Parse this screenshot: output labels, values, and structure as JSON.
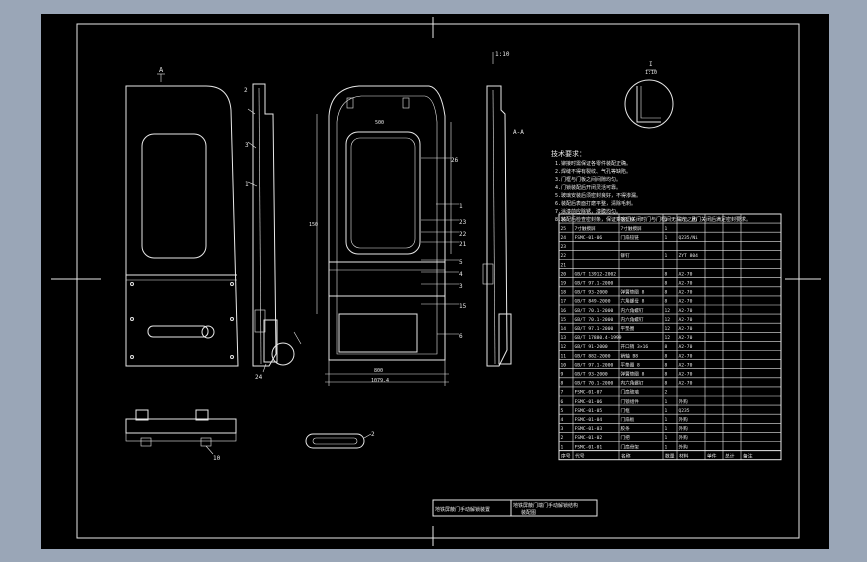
{
  "drawing": {
    "scale_top": "1:10",
    "scale_detail": "1:10",
    "detail_label": "I",
    "section_label_a": "A",
    "section_label_aa": "A-A",
    "tech_title": "技术要求：",
    "tech_lines": [
      "1.铆接时需保证各零件装配正确。",
      "2.焊缝不得有裂纹、气孔等缺陷。",
      "3.门框与门板之间间隙均匀。",
      "4.门锁装配后开闭灵活可靠。",
      "5.玻璃安装后须密封良好，不得渗漏。",
      "6.装配后表面打磨平整，清除毛刺。",
      "7.涂漆前应除锈，漆膜均匀。",
      "8.装配后检查密封条，保证乘客门关闭时门与门框间无漏光，且门关闭后满足密封要求。"
    ],
    "dims": [
      "800",
      "1079.4",
      "150",
      "500"
    ]
  },
  "bom": {
    "headers": [
      "序号",
      "代号",
      "名称",
      "数量",
      "材料",
      "单件",
      "总计",
      "备注"
    ],
    "rows": [
      [
        "26",
        "",
        "铝型材",
        "1",
        "三元乙丙"
      ],
      [
        "25",
        "7寸触摸屏",
        "7寸触摸屏",
        "1",
        ""
      ],
      [
        "24",
        "FSMC-01-06",
        "门扇铰链",
        "1",
        "Q235/Ni"
      ],
      [
        "23",
        "",
        "",
        "",
        ""
      ],
      [
        "22",
        "",
        "铆钉",
        "1",
        "ZYT 804"
      ],
      [
        "21",
        "",
        "",
        "",
        ""
      ],
      [
        "20",
        "GB/T 13912-2002",
        "",
        "8",
        "A2-70"
      ],
      [
        "19",
        "GB/T 97.1-2000",
        "",
        "8",
        "A2-70"
      ],
      [
        "18",
        "GB/T 93-2000",
        "弹簧垫圈 8",
        "8",
        "A2-70"
      ],
      [
        "17",
        "GB/T 849-2000",
        "六角螺母 8",
        "8",
        "A2-70"
      ],
      [
        "16",
        "GB/T 70.1-2000",
        "内六角螺钉",
        "12",
        "A2-70"
      ],
      [
        "15",
        "GB/T 70.1-2000",
        "内六角螺钉",
        "12",
        "A2-70"
      ],
      [
        "14",
        "GB/T 97.1-2000",
        "平垫圈",
        "12",
        "A2-70"
      ],
      [
        "13",
        "GB/T 17880.4-1999",
        "",
        "12",
        "A2-70"
      ],
      [
        "12",
        "GB/T 91-2000",
        "开口销 3×16",
        "8",
        "A2-70"
      ],
      [
        "11",
        "GB/T 882-2000",
        "销轴 B8",
        "8",
        "A2-70"
      ],
      [
        "10",
        "GB/T 97.1-2000",
        "平垫圈 8",
        "8",
        "A2-70"
      ],
      [
        "9",
        "GB/T 93-2000",
        "弹簧垫圈 8",
        "8",
        "A2-70"
      ],
      [
        "8",
        "GB/T 70.1-2000",
        "内六角螺钉",
        "8",
        "A2-70"
      ],
      [
        "7",
        "FSMC-01-07",
        "门扇玻璃",
        "2",
        ""
      ],
      [
        "6",
        "FSMC-01-06",
        "门锁组件",
        "1",
        "外购"
      ],
      [
        "5",
        "FSMC-01-05",
        "门框",
        "1",
        "Q235"
      ],
      [
        "4",
        "FSMC-01-04",
        "门扇板",
        "1",
        "外购"
      ],
      [
        "3",
        "FSMC-01-03",
        "胶条",
        "1",
        "外购"
      ],
      [
        "2",
        "FSMC-01-02",
        "门把",
        "1",
        "外购"
      ],
      [
        "1",
        "FSMC-01-01",
        "门扇骨架",
        "1",
        "外购"
      ]
    ]
  },
  "title_block": {
    "left": "地铁屏蔽门手动解锁装置",
    "right_line1": "地铁屏蔽门端门手动解锁结构",
    "right_line2": "装配图"
  },
  "callouts": {
    "left_view": [
      "2",
      "3",
      "1",
      "24"
    ],
    "center_view": [
      "1",
      "23",
      "22",
      "21",
      "5",
      "4",
      "3",
      "15",
      "26",
      "6"
    ],
    "bottom": [
      "2",
      "10"
    ]
  }
}
